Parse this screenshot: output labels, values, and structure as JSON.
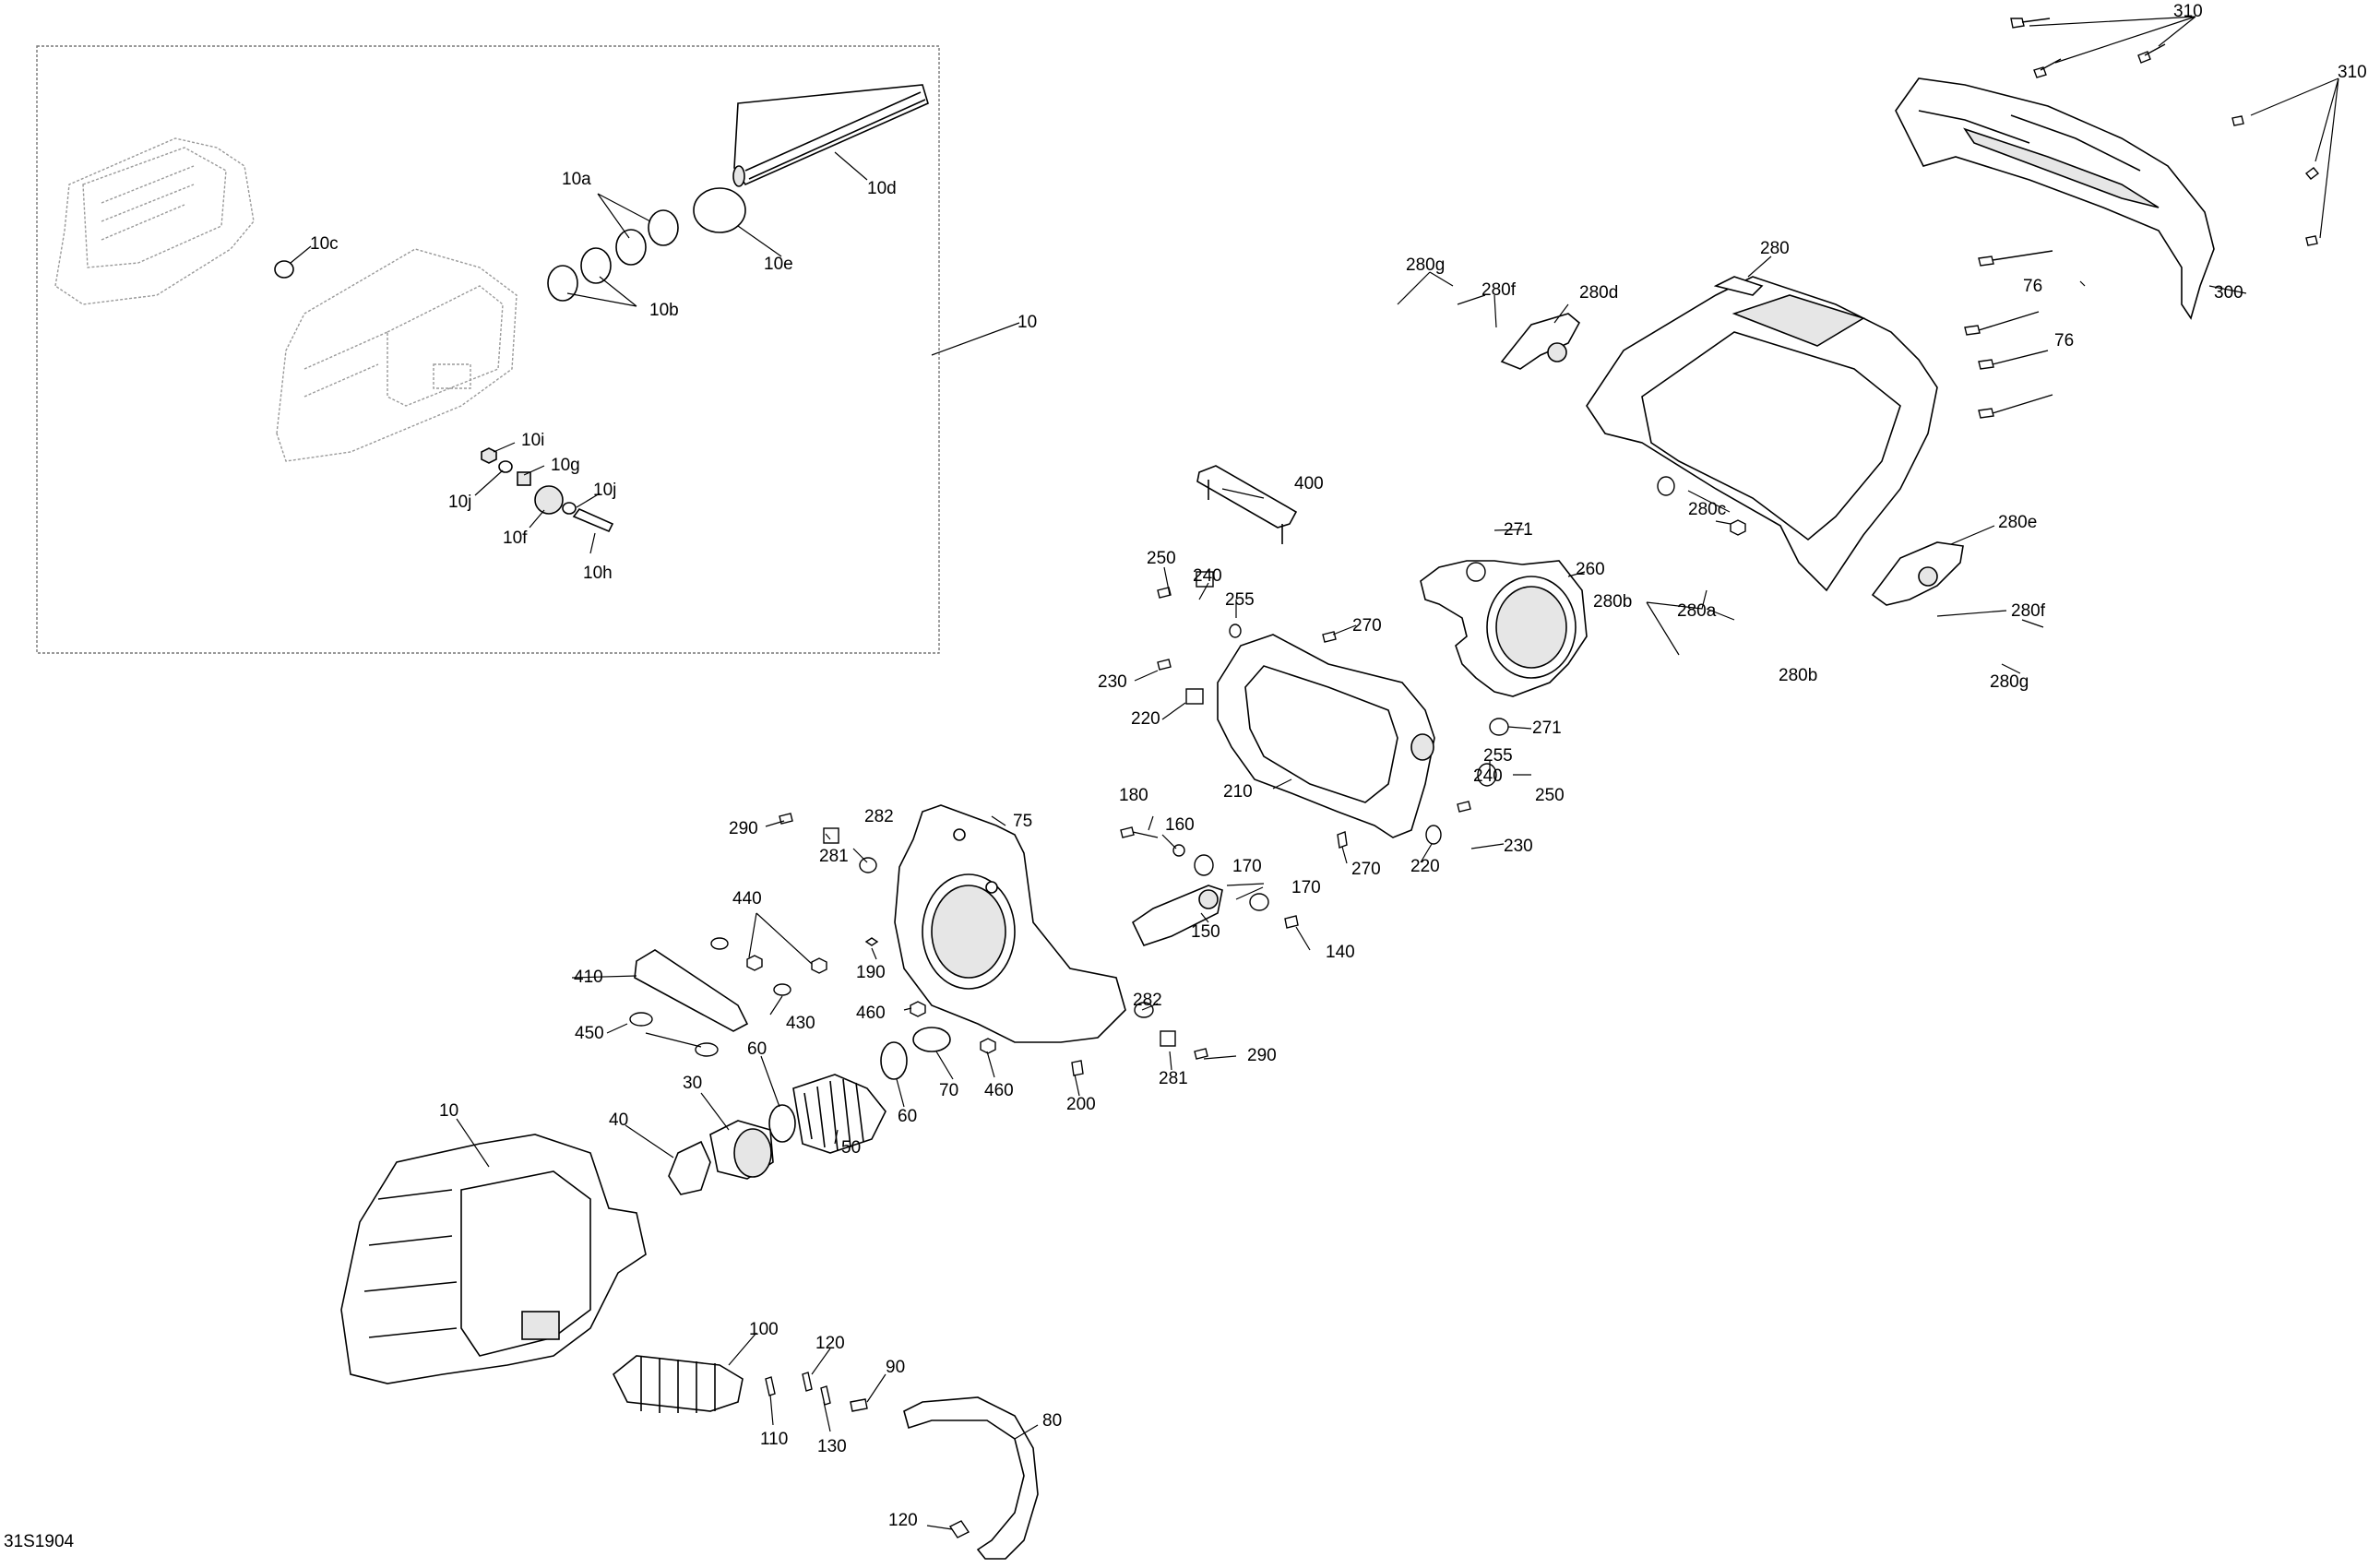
{
  "diagram": {
    "ref_code": "31S1904",
    "callouts": [
      "310",
      "310",
      "300",
      "280",
      "280g",
      "280f",
      "280d",
      "76",
      "76",
      "280c",
      "280e",
      "400",
      "271",
      "260",
      "280b",
      "280a",
      "280f",
      "280g",
      "280b",
      "250",
      "240",
      "255",
      "270",
      "230",
      "220",
      "210",
      "271",
      "255",
      "240",
      "250",
      "270",
      "220",
      "230",
      "10",
      "10a",
      "10b",
      "10c",
      "10d",
      "10e",
      "10i",
      "10g",
      "10j",
      "10j",
      "10f",
      "10h",
      "290",
      "282",
      "75",
      "281",
      "180",
      "160",
      "170",
      "170",
      "140",
      "150",
      "440",
      "190",
      "410",
      "430",
      "460",
      "282",
      "450",
      "60",
      "70",
      "460",
      "281",
      "290",
      "30",
      "40",
      "60",
      "50",
      "200",
      "10",
      "100",
      "120",
      "90",
      "80",
      "110",
      "130",
      "120"
    ]
  }
}
